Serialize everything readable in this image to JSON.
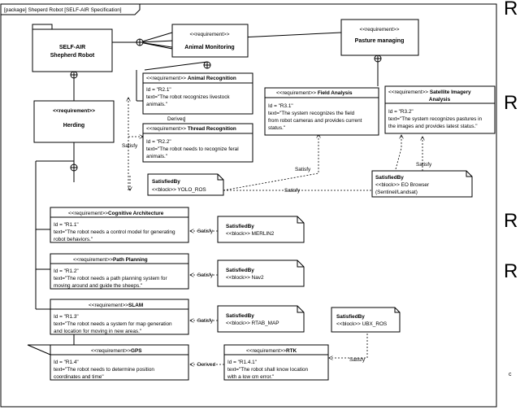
{
  "frame_title": "[package] Sheperd Robot [SELF-AIR Specification]",
  "stereotype": "<<requirement>>",
  "block_stereotype": "<<block>>",
  "robot": {
    "line1": "SELF-AIR",
    "line2": "Shepherd Robot"
  },
  "animal_monitoring": "Animal Monitoring",
  "pasture_managing": "Pasture managing",
  "herding": "Herding",
  "animal_recognition": {
    "title": "Animal Recognition",
    "id": "Id = \"R2.1\"",
    "text1": "text=\"The robot recognizes livestock",
    "text2": "animals.\""
  },
  "thread_recognition": {
    "title": "Thread Recognition",
    "id": "Id = \"R2.2\"",
    "text1": "text=\"The robot needs to recognize feral",
    "text2": "animals.\""
  },
  "field_analysis": {
    "title": "Field Analysis",
    "id": "Id = \"R3.1\"",
    "text1": "text=\"The system recognizes the field",
    "text2": "from robot cameras and provides current",
    "text3": "status.\""
  },
  "satellite": {
    "title1": "Satellite Imagery",
    "title2": "Analysis",
    "id": "Id = \"R3.2\"",
    "text1": "text=\"The system recognizes pastures  in",
    "text2": "the images and provides latest status.\""
  },
  "cognitive": {
    "title": "Cognitive Architecture",
    "id": "Id = \"R1.1\"",
    "text1": "text=\"The robot needs a control model for generating",
    "text2": "robot behaviors.\""
  },
  "path_planning": {
    "title": "Path Planning",
    "id": "Id = \"R1.2\"",
    "text1": "text=\"The robot needs a path planning system for",
    "text2": "moving around and guide the sheeps.\""
  },
  "slam": {
    "title": "SLAM",
    "id": "Id = \"R1.3\"",
    "text1": "text=\"The robot needs a system for map generation",
    "text2": "and location for moving in new areas.\""
  },
  "gps": {
    "title": "GPS",
    "id": "Id = \"R1.4\"",
    "text1": "text=\"The robot needs to determine position",
    "text2": "coordinates and time\""
  },
  "rtk": {
    "title": "RTK",
    "id": "Id = \"R1.4.1\"",
    "text1": "text=\"The robot shall know location",
    "text2": "with a low cm error.\""
  },
  "satisfied_by": "SatisfiedBy",
  "notes": {
    "yolo": "YOLO_ROS",
    "eo": "EO Browser",
    "eo2": "(Sentinel/Landsat)",
    "merlin": "MERLIN2",
    "nav2": "Nav2",
    "rtab": "RTAB_MAP",
    "ubx": "UBX_ROS"
  },
  "labels": {
    "derived": "Derived",
    "derived_arrow": "Derived",
    "satisfy": "Satisfy",
    "satisfy_arrow": "Satisfy"
  },
  "right_edge": [
    "R",
    "R",
    "R",
    "R",
    "c"
  ]
}
